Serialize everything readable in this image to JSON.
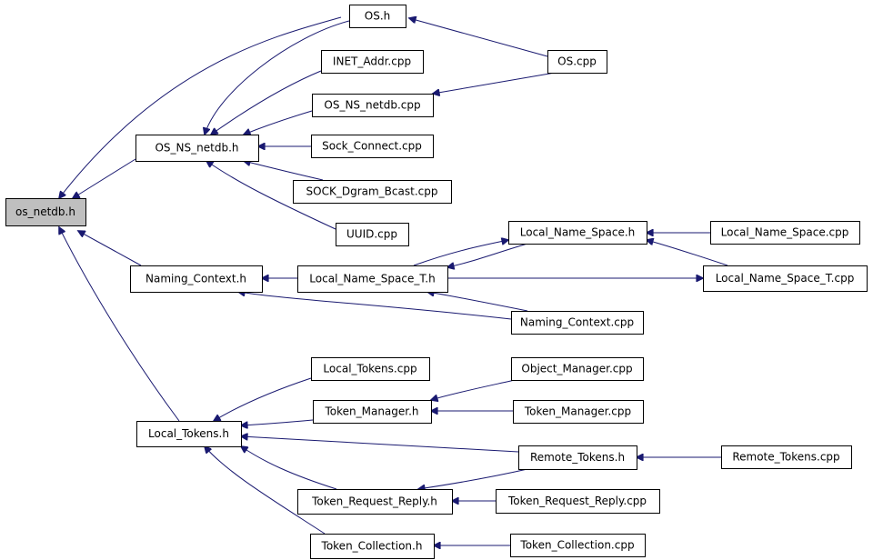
{
  "diagram": {
    "type": "include-dependency-graph",
    "colors": {
      "edge": "#191970",
      "arrowhead": "#191970",
      "root_fill": "#bfbfbf",
      "node_fill": "#ffffff",
      "border": "#000000"
    },
    "nodes": [
      {
        "id": "os_netdb_h",
        "label": "os_netdb.h",
        "root": true
      },
      {
        "id": "OS_h",
        "label": "OS.h"
      },
      {
        "id": "INET_Addr_cpp",
        "label": "INET_Addr.cpp"
      },
      {
        "id": "OS_NS_netdb_cpp",
        "label": "OS_NS_netdb.cpp"
      },
      {
        "id": "OS_NS_netdb_h",
        "label": "OS_NS_netdb.h"
      },
      {
        "id": "Sock_Connect_cpp",
        "label": "Sock_Connect.cpp"
      },
      {
        "id": "SOCK_Dgram_Bcast_cpp",
        "label": "SOCK_Dgram_Bcast.cpp"
      },
      {
        "id": "UUID_cpp",
        "label": "UUID.cpp"
      },
      {
        "id": "OS_cpp",
        "label": "OS.cpp"
      },
      {
        "id": "Naming_Context_h",
        "label": "Naming_Context.h"
      },
      {
        "id": "Local_Name_Space_T_h",
        "label": "Local_Name_Space_T.h"
      },
      {
        "id": "Local_Name_Space_h",
        "label": "Local_Name_Space.h"
      },
      {
        "id": "Local_Name_Space_cpp",
        "label": "Local_Name_Space.cpp"
      },
      {
        "id": "Local_Name_Space_T_cpp",
        "label": "Local_Name_Space_T.cpp"
      },
      {
        "id": "Naming_Context_cpp",
        "label": "Naming_Context.cpp"
      },
      {
        "id": "Local_Tokens_cpp",
        "label": "Local_Tokens.cpp"
      },
      {
        "id": "Object_Manager_cpp",
        "label": "Object_Manager.cpp"
      },
      {
        "id": "Token_Manager_h",
        "label": "Token_Manager.h"
      },
      {
        "id": "Token_Manager_cpp",
        "label": "Token_Manager.cpp"
      },
      {
        "id": "Local_Tokens_h",
        "label": "Local_Tokens.h"
      },
      {
        "id": "Remote_Tokens_h",
        "label": "Remote_Tokens.h"
      },
      {
        "id": "Remote_Tokens_cpp",
        "label": "Remote_Tokens.cpp"
      },
      {
        "id": "Token_Request_Reply_h",
        "label": "Token_Request_Reply.h"
      },
      {
        "id": "Token_Request_Reply_cpp",
        "label": "Token_Request_Reply.cpp"
      },
      {
        "id": "Token_Collection_h",
        "label": "Token_Collection.h"
      },
      {
        "id": "Token_Collection_cpp",
        "label": "Token_Collection.cpp"
      }
    ],
    "edges": [
      {
        "from": "OS_h",
        "to": "os_netdb_h"
      },
      {
        "from": "OS_NS_netdb_h",
        "to": "os_netdb_h"
      },
      {
        "from": "Naming_Context_h",
        "to": "os_netdb_h"
      },
      {
        "from": "Local_Tokens_h",
        "to": "os_netdb_h"
      },
      {
        "from": "OS_cpp",
        "to": "OS_h"
      },
      {
        "from": "OS_NS_netdb_cpp",
        "to": "OS_cpp"
      },
      {
        "from": "OS_h",
        "to": "OS_NS_netdb_h"
      },
      {
        "from": "INET_Addr_cpp",
        "to": "OS_NS_netdb_h"
      },
      {
        "from": "OS_NS_netdb_cpp",
        "to": "OS_NS_netdb_h"
      },
      {
        "from": "Sock_Connect_cpp",
        "to": "OS_NS_netdb_h"
      },
      {
        "from": "SOCK_Dgram_Bcast_cpp",
        "to": "OS_NS_netdb_h"
      },
      {
        "from": "UUID_cpp",
        "to": "OS_NS_netdb_h"
      },
      {
        "from": "Local_Name_Space_T_h",
        "to": "Naming_Context_h"
      },
      {
        "from": "Naming_Context_cpp",
        "to": "Naming_Context_h"
      },
      {
        "from": "Local_Name_Space_T_h",
        "to": "Local_Name_Space_h"
      },
      {
        "from": "Local_Name_Space_h",
        "to": "Local_Name_Space_T_h"
      },
      {
        "from": "Local_Name_Space_cpp",
        "to": "Local_Name_Space_h"
      },
      {
        "from": "Local_Name_Space_T_cpp",
        "to": "Local_Name_Space_h"
      },
      {
        "from": "Local_Name_Space_T_h",
        "to": "Local_Name_Space_T_cpp"
      },
      {
        "from": "Naming_Context_cpp",
        "to": "Local_Name_Space_T_h"
      },
      {
        "from": "Local_Tokens_cpp",
        "to": "Local_Tokens_h"
      },
      {
        "from": "Token_Manager_h",
        "to": "Local_Tokens_h"
      },
      {
        "from": "Remote_Tokens_h",
        "to": "Local_Tokens_h"
      },
      {
        "from": "Token_Request_Reply_h",
        "to": "Local_Tokens_h"
      },
      {
        "from": "Token_Collection_h",
        "to": "Local_Tokens_h"
      },
      {
        "from": "Object_Manager_cpp",
        "to": "Token_Manager_h"
      },
      {
        "from": "Token_Manager_cpp",
        "to": "Token_Manager_h"
      },
      {
        "from": "Remote_Tokens_cpp",
        "to": "Remote_Tokens_h"
      },
      {
        "from": "Remote_Tokens_h",
        "to": "Token_Request_Reply_h"
      },
      {
        "from": "Token_Request_Reply_cpp",
        "to": "Token_Request_Reply_h"
      },
      {
        "from": "Token_Collection_cpp",
        "to": "Token_Collection_h"
      }
    ]
  }
}
